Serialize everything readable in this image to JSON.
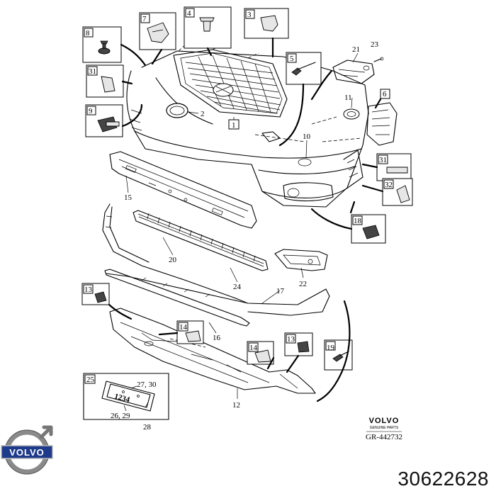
{
  "callouts": {
    "c1": "1",
    "c2": "2",
    "c3": "3",
    "c4": "4",
    "c5": "5",
    "c6": "6",
    "c7": "7",
    "c8": "8",
    "c9": "9",
    "c10": "10",
    "c11": "11",
    "c12": "12",
    "c13a": "13",
    "c13b": "13",
    "c14a": "14",
    "c14b": "14",
    "c15": "15",
    "c16": "16",
    "c17": "17",
    "c18": "18",
    "c19": "19",
    "c20": "20",
    "c21": "21",
    "c22": "22",
    "c23": "23",
    "c24": "24",
    "c25": "25",
    "c26_29": "26, 29",
    "c27_30": "27, 30",
    "c28": "28",
    "c31a": "31",
    "c31b": "31",
    "c32": "32"
  },
  "plate_text": "1234",
  "stamp": {
    "brand": "VOLVO",
    "subtitle": "GENUINE PARTS",
    "code": "GR-442732"
  },
  "logo": {
    "text": "VOLVO"
  },
  "part_number": "30622628"
}
